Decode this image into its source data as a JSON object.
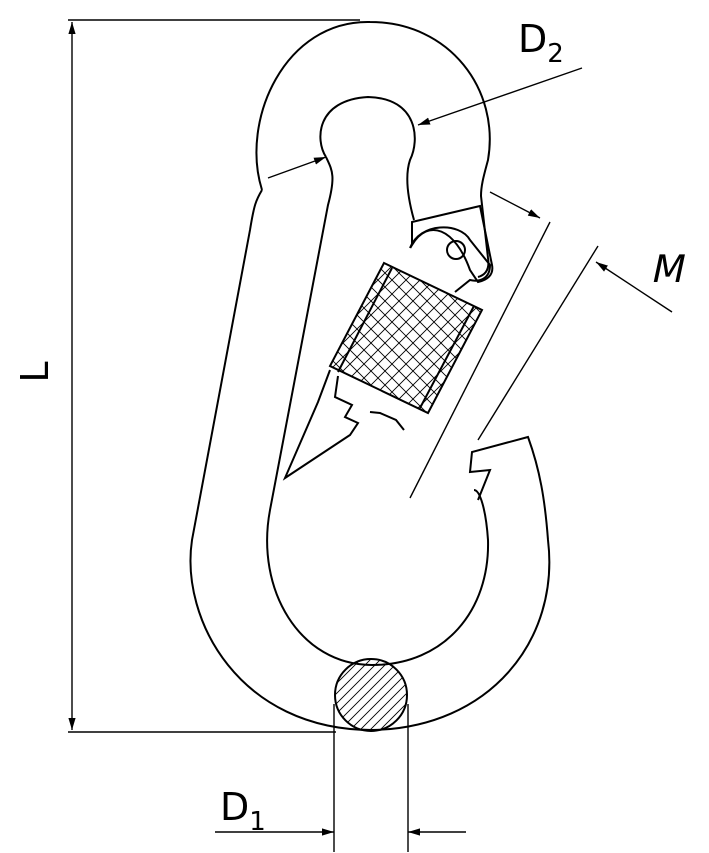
{
  "colors": {
    "line": "#000000",
    "background": "#ffffff",
    "hatch": "#000000"
  },
  "labels": {
    "length": "L",
    "d1_main": "D",
    "d1_sub": "1",
    "d2_main": "D",
    "d2_sub": "2",
    "gate": "M"
  }
}
